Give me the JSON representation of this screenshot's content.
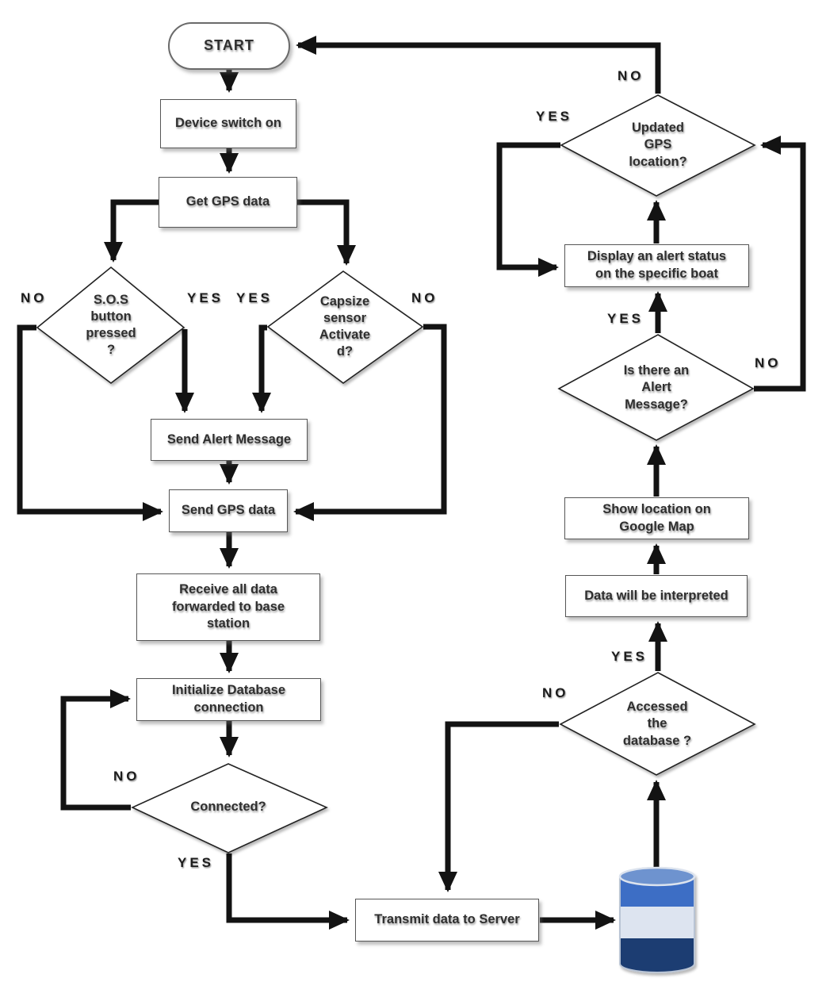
{
  "diagram": {
    "title_hint": "Boat GPS / alert system flowchart",
    "nodes": {
      "start": {
        "label": "START"
      },
      "device": {
        "label": "Device switch on"
      },
      "get_gps": {
        "label": "Get GPS data"
      },
      "sos": {
        "label": "S.O.S button pressed ?",
        "lines": [
          "S.O.S",
          "button",
          "pressed",
          "?"
        ]
      },
      "capsize": {
        "label": "Capsize sensor Activate d?",
        "lines": [
          "Capsize",
          "sensor",
          "Activate",
          "d?"
        ]
      },
      "send_alert": {
        "label": "Send Alert Message"
      },
      "send_gps": {
        "label": "Send GPS data"
      },
      "receive": {
        "label": "Receive all data forwarded to base station",
        "lines": [
          "Receive all data",
          "forwarded to base",
          "station"
        ]
      },
      "init_db": {
        "label": "Initialize Database connection",
        "lines": [
          "Initialize Database",
          "connection"
        ]
      },
      "connected": {
        "label": "Connected?"
      },
      "transmit": {
        "label": "Transmit data to Server"
      },
      "accessed": {
        "label": "Accessed the database ?",
        "lines": [
          "Accessed",
          "the",
          "database ?"
        ]
      },
      "interpret": {
        "label": "Data will be interpreted"
      },
      "show_map": {
        "label": "Show location on Google Map",
        "lines": [
          "Show location on",
          "Google Map"
        ]
      },
      "alert_q": {
        "label": "Is there an Alert Message?",
        "lines": [
          "Is there an",
          "Alert",
          "Message?"
        ]
      },
      "display_alert": {
        "label": "Display an alert status on the specific boat",
        "lines": [
          "Display an alert status",
          "on the specific boat"
        ]
      },
      "updated_gps": {
        "label": "Updated GPS location?",
        "lines": [
          "Updated",
          "GPS",
          "location?"
        ]
      }
    },
    "edge_labels": {
      "sos_no": "NO",
      "sos_yes": "YES",
      "capsize_yes": "YES",
      "capsize_no": "NO",
      "connected_no": "NO",
      "connected_yes": "YES",
      "accessed_no": "NO",
      "accessed_yes": "YES",
      "alert_yes": "YES",
      "alert_no": "NO",
      "updated_yes": "YES",
      "updated_no": "NO"
    },
    "colors": {
      "connector": "#131313",
      "box_border": "#565656",
      "text": "#2f2f2f",
      "db_cylinder_top": "#6e93cf",
      "db_cylinder_band_blue": "#3e6ec5",
      "db_cylinder_band_pale": "#dde4f0",
      "db_cylinder_band_navy": "#1e3c72"
    }
  }
}
